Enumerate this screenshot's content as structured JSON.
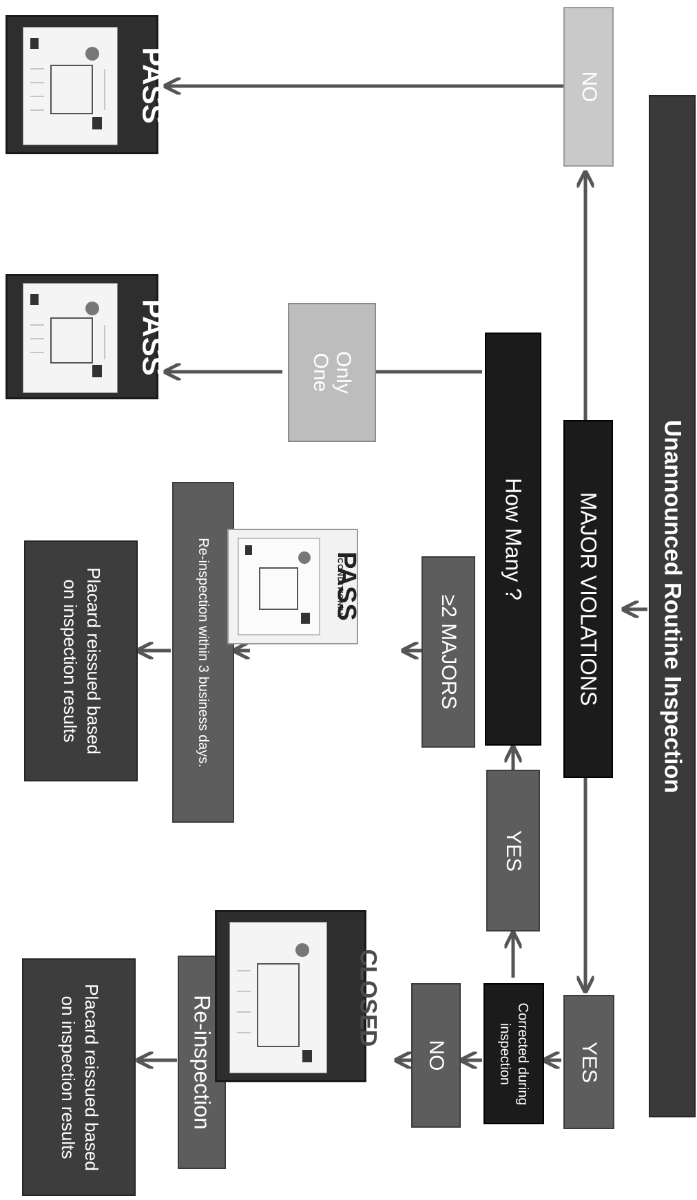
{
  "title": "Unannounced Routine Inspection",
  "nodes": {
    "major_violations": "MAJOR VIOLATIONS",
    "no_top": "NO",
    "yes_bottom": "YES",
    "corrected_during_inspection": "Corrected during inspection",
    "how_many": "How Many ?",
    "yes_mid": "YES",
    "only_one": "Only One",
    "ge2_majors": "≥2 MAJORS",
    "no_bottom": "NO",
    "reinspection_3days": "Re-inspection within 3 business days.",
    "reinspection": "Re-inspection",
    "placard_reissued_1": "Placard reissued based on inspection results",
    "placard_reissued_2": "Placard reissued based on inspection results"
  },
  "placards": {
    "pass_top": "PASS",
    "pass_mid": "PASS",
    "conditional_small": "CONDITIONAL",
    "conditional_big": "PASS",
    "closed": "CLOSED"
  }
}
